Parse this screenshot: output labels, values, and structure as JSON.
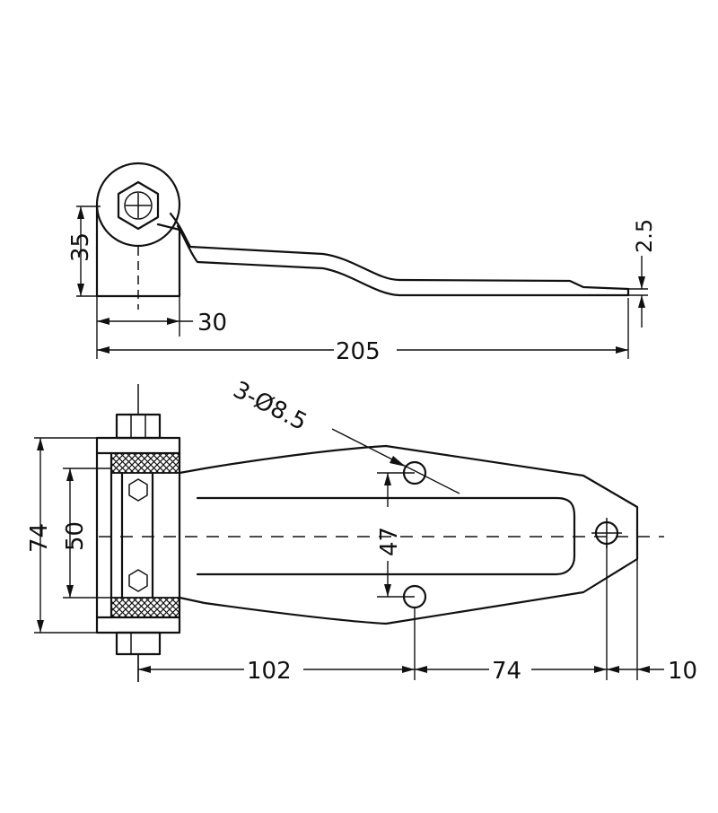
{
  "dimensions": {
    "height_side": "35",
    "width_block": "30",
    "total_length": "205",
    "thickness": "2.5",
    "holes": "3-Ø8.5",
    "total_width": "74",
    "inner_width": "50",
    "hole_spacing_vertical": "47",
    "pin_to_holes": "102",
    "hole_to_hole": "74",
    "hole_to_end": "10"
  },
  "colors": {
    "ink": "#111111",
    "paper": "#ffffff"
  }
}
